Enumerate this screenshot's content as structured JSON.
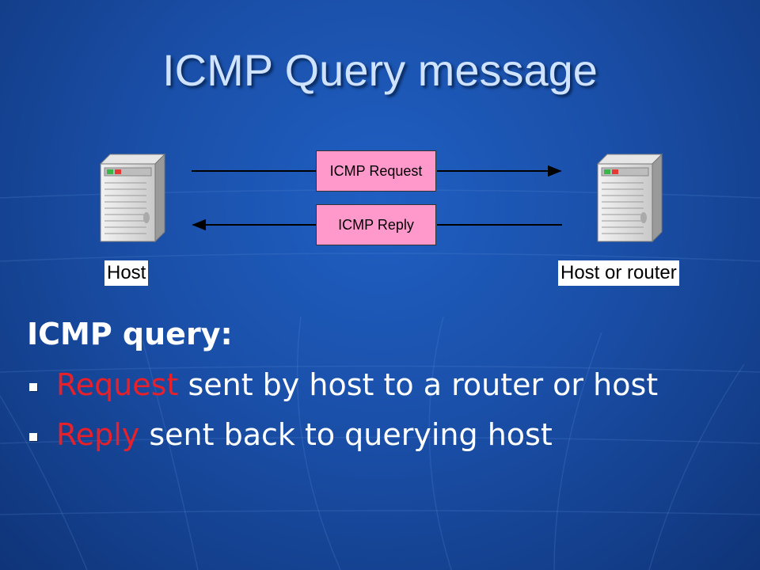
{
  "slide": {
    "title": "ICMP Query message"
  },
  "diagram": {
    "left_node": {
      "label": "Host",
      "icon": "server-icon"
    },
    "right_node": {
      "label": "Host or router",
      "icon": "server-icon"
    },
    "messages": [
      {
        "label": "ICMP Request",
        "direction": "left-to-right"
      },
      {
        "label": "ICMP Reply",
        "direction": "right-to-left"
      }
    ],
    "colors": {
      "message_box": "#ff99cc",
      "label_box": "#ffffff"
    }
  },
  "content": {
    "heading": "ICMP query:",
    "bullets": [
      {
        "keyword": "Request",
        "text": " sent by host to a router or host"
      },
      {
        "keyword": "Reply",
        "text": " sent back to querying host"
      }
    ],
    "colors": {
      "keyword": "#e8202a",
      "text": "#ffffff"
    }
  }
}
